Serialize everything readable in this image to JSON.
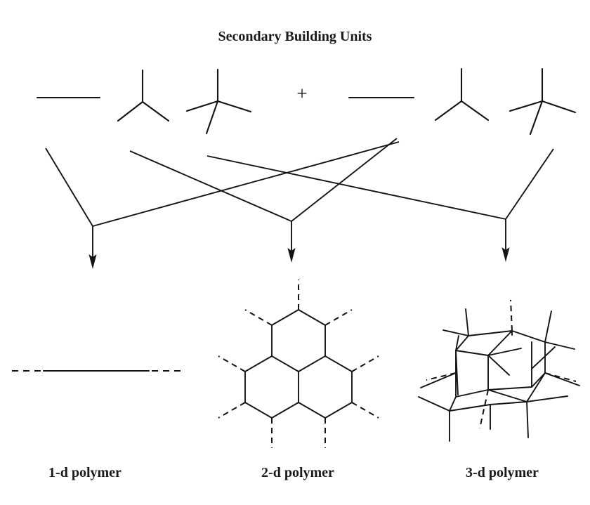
{
  "title": "Secondary Building Units",
  "operator": "+",
  "sbu_left": [
    {
      "name": "linear-sbu",
      "connectivity": 2,
      "shape": "line"
    },
    {
      "name": "trigonal-sbu",
      "connectivity": 3,
      "shape": "y-branch"
    },
    {
      "name": "tetrahedral-sbu",
      "connectivity": 4,
      "shape": "cross-branch"
    }
  ],
  "sbu_right": [
    {
      "name": "linear-sbu",
      "connectivity": 2,
      "shape": "line"
    },
    {
      "name": "trigonal-sbu",
      "connectivity": 3,
      "shape": "y-branch"
    },
    {
      "name": "tetrahedral-sbu",
      "connectivity": 4,
      "shape": "cross-branch"
    }
  ],
  "arrows": [
    {
      "name": "arrow-to-1d",
      "target": "1-d polymer"
    },
    {
      "name": "arrow-to-2d",
      "target": "2-d polymer"
    },
    {
      "name": "arrow-to-3d",
      "target": "3-d polymer"
    }
  ],
  "products": [
    {
      "label": "1-d polymer",
      "dimension": 1,
      "structure": "chain"
    },
    {
      "label": "2-d polymer",
      "dimension": 2,
      "structure": "honeycomb-sheet"
    },
    {
      "label": "3-d polymer",
      "dimension": 3,
      "structure": "cage-network"
    }
  ],
  "colors": {
    "ink": "#141414",
    "text": "#1a1a1a",
    "background": "#ffffff"
  }
}
